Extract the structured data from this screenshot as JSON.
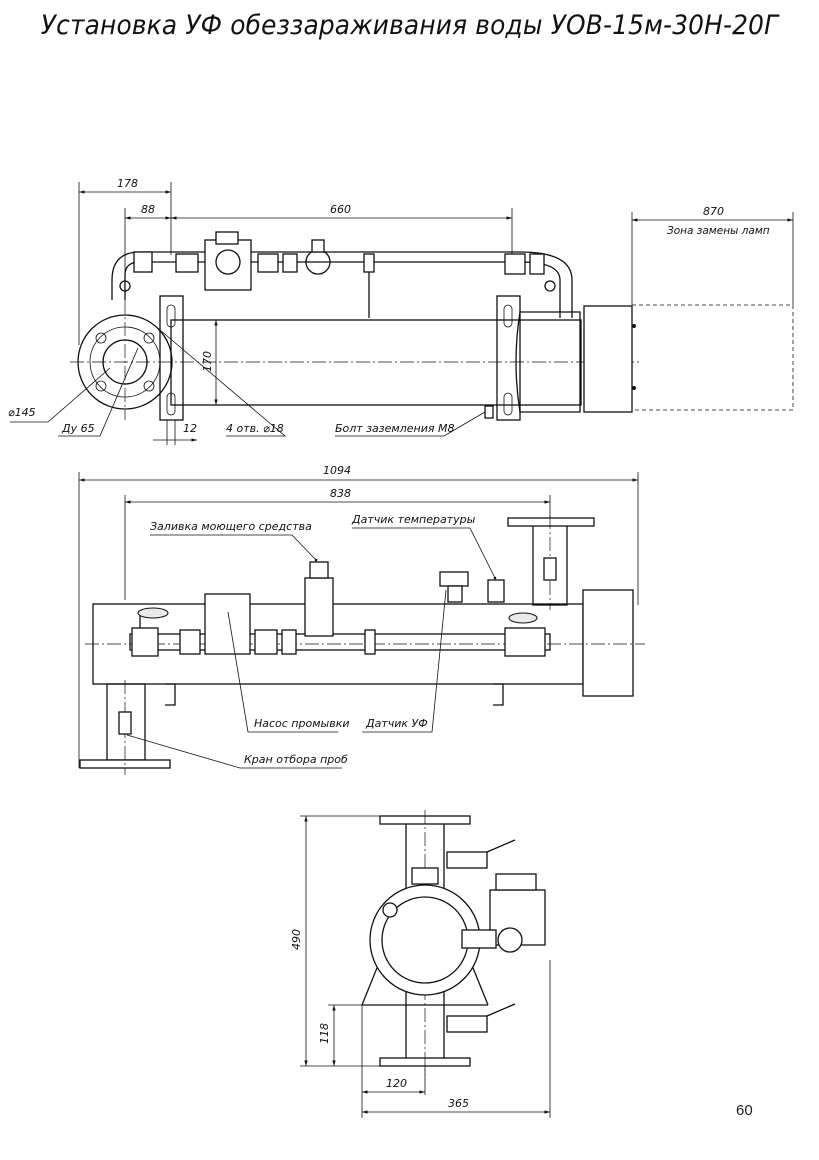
{
  "title": "Установка УФ обеззараживания воды УОВ-15м-30Н-20Г",
  "page_number": "60",
  "top_view": {
    "dims": {
      "d178": "178",
      "d88": "88",
      "d660": "660",
      "d870": "870",
      "d170": "170",
      "d12": "12"
    },
    "labels": {
      "lamp_zone": "Зона замены ламп",
      "flange_dia": "⌀145",
      "nominal_dia": "Ду 65",
      "holes": "4 отв. ⌀18",
      "ground_bolt": "Болт заземления М8"
    }
  },
  "front_view": {
    "dims": {
      "d1094": "1094",
      "d838": "838"
    },
    "labels": {
      "detergent_fill": "Заливка моющего средства",
      "temp_sensor": "Датчик температуры",
      "flush_pump": "Насос промывки",
      "uv_sensor": "Датчик УФ",
      "sample_valve": "Кран отбора проб"
    }
  },
  "side_view": {
    "dims": {
      "d490": "490",
      "d118": "118",
      "d120": "120",
      "d365": "365"
    }
  }
}
